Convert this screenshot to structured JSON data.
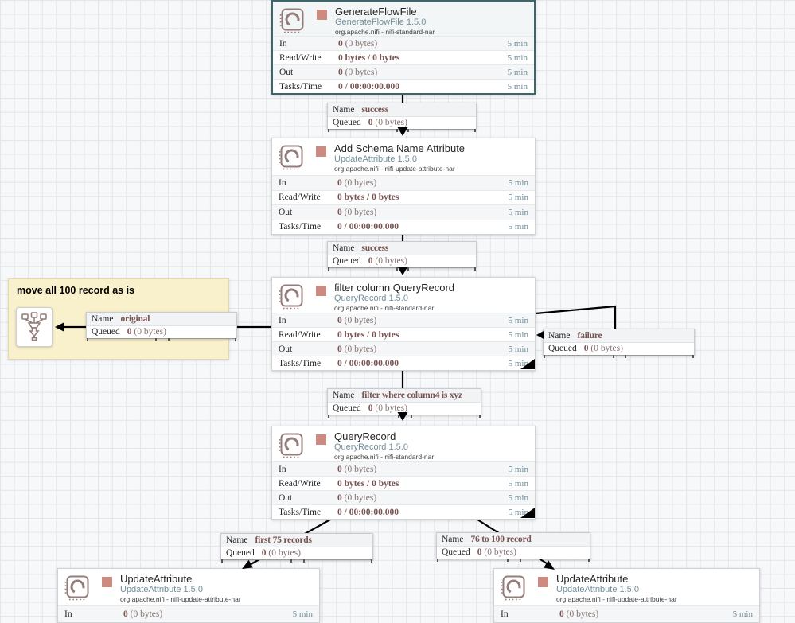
{
  "ui": {
    "name": "Name",
    "queued": "Queued",
    "in": "In",
    "read_write": "Read/Write",
    "out": "Out",
    "tasks_time": "Tasks/Time",
    "window": "5 min"
  },
  "note": {
    "text": "move all 100 record as is"
  },
  "processors": [
    {
      "title": "GenerateFlowFile",
      "type": "GenerateFlowFile 1.5.0",
      "bundle": "org.apache.nifi - nifi-standard-nar",
      "stats": {
        "in_count": "0",
        "in_rest": " (0 bytes)",
        "read_write": "0 bytes / 0 bytes",
        "out_count": "0",
        "out_rest": " (0 bytes)",
        "tasks": "0 / 00:00:00.000"
      }
    },
    {
      "title": "Add Schema Name Attribute",
      "type": "UpdateAttribute 1.5.0",
      "bundle": "org.apache.nifi - nifi-update-attribute-nar",
      "stats": {
        "in_count": "0",
        "in_rest": " (0 bytes)",
        "read_write": "0 bytes / 0 bytes",
        "out_count": "0",
        "out_rest": " (0 bytes)",
        "tasks": "0 / 00:00:00.000"
      }
    },
    {
      "title": "filter column QueryRecord",
      "type": "QueryRecord 1.5.0",
      "bundle": "org.apache.nifi - nifi-standard-nar",
      "stats": {
        "in_count": "0",
        "in_rest": " (0 bytes)",
        "read_write": "0 bytes / 0 bytes",
        "out_count": "0",
        "out_rest": " (0 bytes)",
        "tasks": "0 / 00:00:00.000"
      }
    },
    {
      "title": "QueryRecord",
      "type": "QueryRecord 1.5.0",
      "bundle": "org.apache.nifi - nifi-standard-nar",
      "stats": {
        "in_count": "0",
        "in_rest": " (0 bytes)",
        "read_write": "0 bytes / 0 bytes",
        "out_count": "0",
        "out_rest": " (0 bytes)",
        "tasks": "0 / 00:00:00.000"
      }
    },
    {
      "title": "UpdateAttribute",
      "type": "UpdateAttribute 1.5.0",
      "bundle": "org.apache.nifi - nifi-update-attribute-nar",
      "stats": {
        "in_count": "0",
        "in_rest": " (0 bytes)"
      }
    },
    {
      "title": "UpdateAttribute",
      "type": "UpdateAttribute 1.5.0",
      "bundle": "org.apache.nifi - nifi-update-attribute-nar",
      "stats": {
        "in_count": "0",
        "in_rest": " (0 bytes)"
      }
    }
  ],
  "connections": [
    {
      "name": "success",
      "queued_count": "0",
      "queued_rest": " (0 bytes)"
    },
    {
      "name": "success",
      "queued_count": "0",
      "queued_rest": " (0 bytes)"
    },
    {
      "name": "original",
      "queued_count": "0",
      "queued_rest": " (0 bytes)"
    },
    {
      "name": "failure",
      "queued_count": "0",
      "queued_rest": " (0 bytes)"
    },
    {
      "name": "filter where column4 is xyz",
      "queued_count": "0",
      "queued_rest": " (0 bytes)"
    },
    {
      "name": "first 75 records",
      "queued_count": "0",
      "queued_rest": " (0 bytes)"
    },
    {
      "name": "76 to 100 record",
      "queued_count": "0",
      "queued_rest": " (0 bytes)"
    }
  ],
  "colors": {
    "selected-border": "#39676b",
    "stopped": "#cc8a80",
    "icon": "#947c7a",
    "value": "#775351",
    "value-light": "#837170",
    "muted": "#728e9b",
    "connector": "#000000",
    "note-bg": "#f9f1cb",
    "note-border": "#e3d9ad"
  }
}
